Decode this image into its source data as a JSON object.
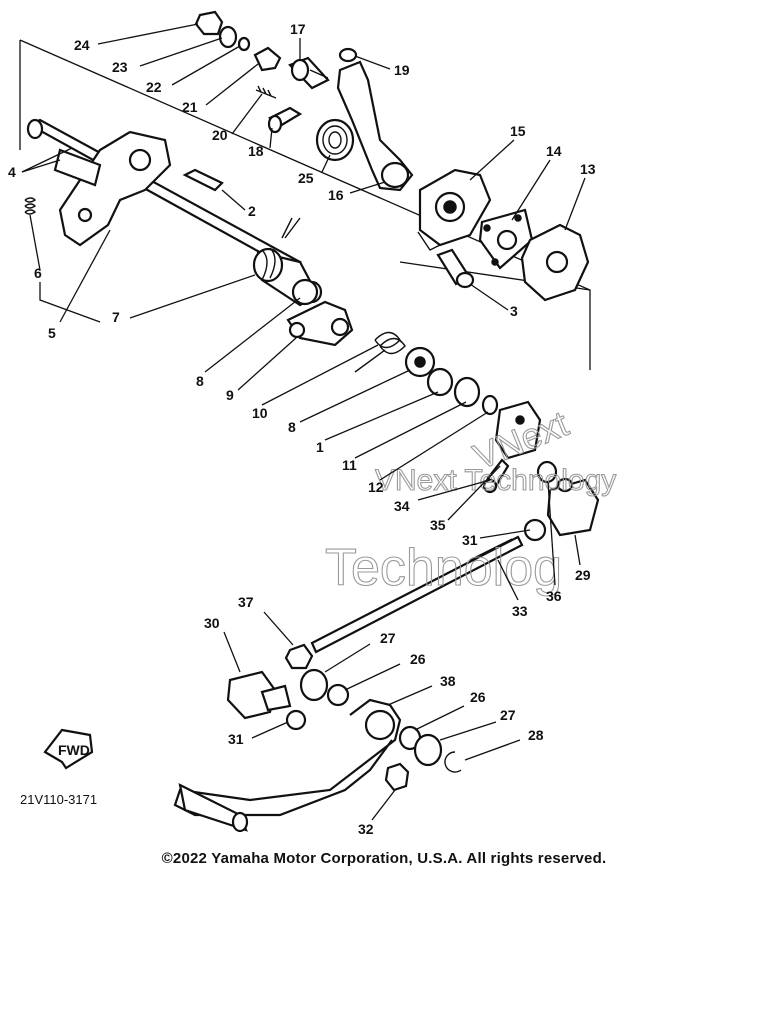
{
  "diagram_code": "21V110-3171",
  "fwd_label": "FWD",
  "copyright": "©2022 Yamaha Motor Corporation, U.S.A. All rights reserved.",
  "watermark": [
    "VNext Technology",
    "VNext",
    "Technolog"
  ],
  "callouts": [
    {
      "id": "c24",
      "text": "24"
    },
    {
      "id": "c23",
      "text": "23"
    },
    {
      "id": "c22",
      "text": "22"
    },
    {
      "id": "c21",
      "text": "21"
    },
    {
      "id": "c20",
      "text": "20"
    },
    {
      "id": "c18",
      "text": "18"
    },
    {
      "id": "c17",
      "text": "17"
    },
    {
      "id": "c19",
      "text": "19"
    },
    {
      "id": "c25",
      "text": "25"
    },
    {
      "id": "c16",
      "text": "16"
    },
    {
      "id": "c15",
      "text": "15"
    },
    {
      "id": "c14",
      "text": "14"
    },
    {
      "id": "c13",
      "text": "13"
    },
    {
      "id": "c4",
      "text": "4"
    },
    {
      "id": "c2",
      "text": "2"
    },
    {
      "id": "c3",
      "text": "3"
    },
    {
      "id": "c6",
      "text": "6"
    },
    {
      "id": "c5",
      "text": "5"
    },
    {
      "id": "c7",
      "text": "7"
    },
    {
      "id": "c8a",
      "text": "8"
    },
    {
      "id": "c9",
      "text": "9"
    },
    {
      "id": "c10",
      "text": "10"
    },
    {
      "id": "c8b",
      "text": "8"
    },
    {
      "id": "c1",
      "text": "1"
    },
    {
      "id": "c11",
      "text": "11"
    },
    {
      "id": "c12",
      "text": "12"
    },
    {
      "id": "c34",
      "text": "34"
    },
    {
      "id": "c35",
      "text": "35"
    },
    {
      "id": "c31a",
      "text": "31"
    },
    {
      "id": "c29",
      "text": "29"
    },
    {
      "id": "c36",
      "text": "36"
    },
    {
      "id": "c33",
      "text": "33"
    },
    {
      "id": "c37",
      "text": "37"
    },
    {
      "id": "c30",
      "text": "30"
    },
    {
      "id": "c27a",
      "text": "27"
    },
    {
      "id": "c26a",
      "text": "26"
    },
    {
      "id": "c38",
      "text": "38"
    },
    {
      "id": "c26b",
      "text": "26"
    },
    {
      "id": "c27b",
      "text": "27"
    },
    {
      "id": "c28",
      "text": "28"
    },
    {
      "id": "c31b",
      "text": "31"
    },
    {
      "id": "c32",
      "text": "32"
    }
  ]
}
